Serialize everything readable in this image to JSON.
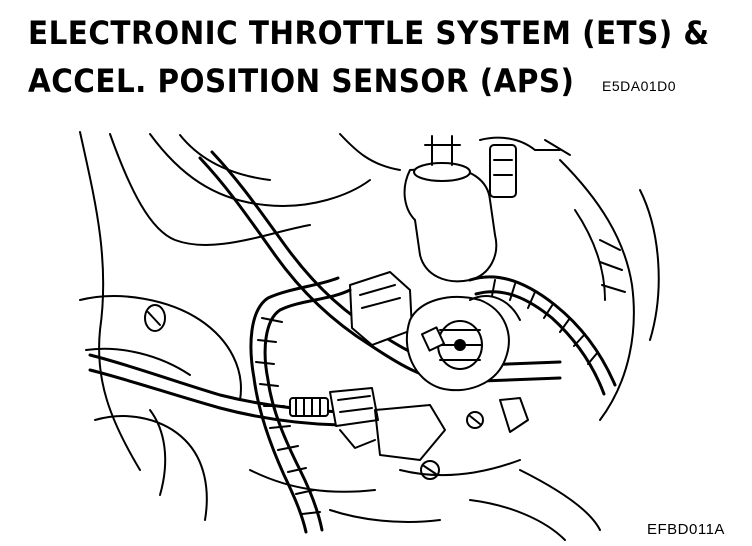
{
  "title": {
    "line1": "ELECTRONIC THROTTLE SYSTEM (ETS) &",
    "line2": "ACCEL. POSITION SENSOR (APS)"
  },
  "figure_code_top": "E5DA01D0",
  "figure_code_bottom": "EFBD011A",
  "icons": [
    "engine-bay-illustration",
    "throttle-body-icon",
    "wiring-harness-icon"
  ]
}
